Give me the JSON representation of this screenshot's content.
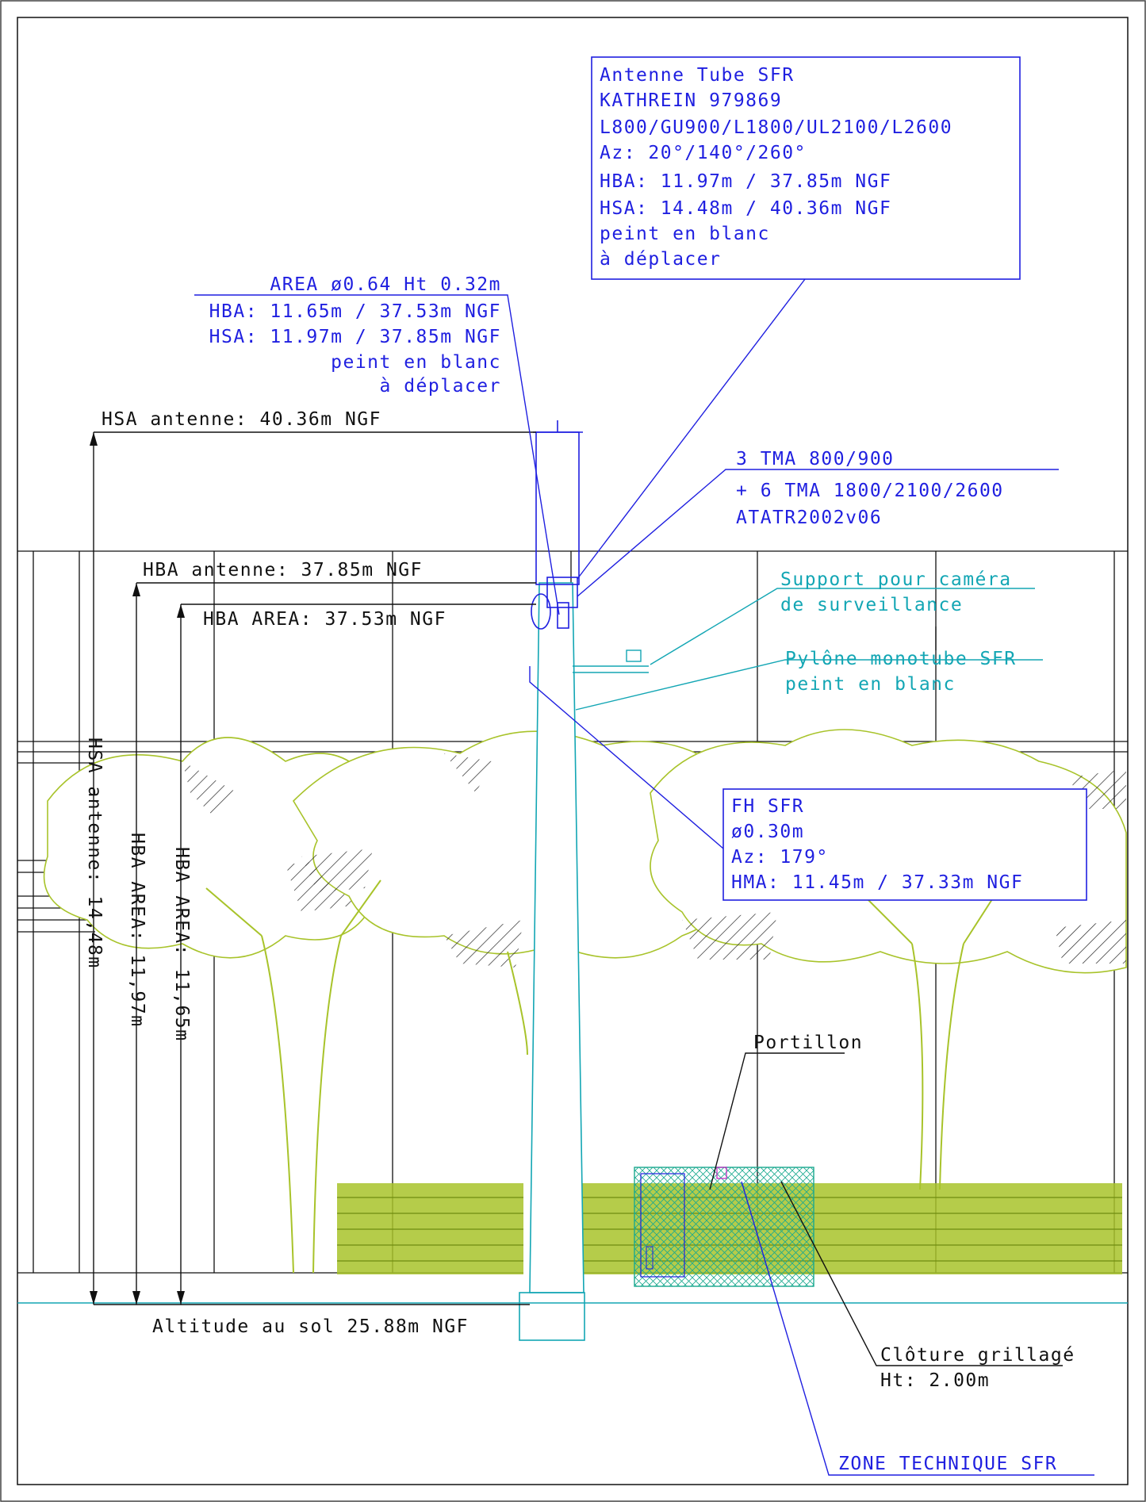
{
  "antenna_box": {
    "lines": [
      "Antenne Tube SFR",
      "KATHREIN 979869",
      "L800/GU900/L1800/UL2100/L2600",
      "Az: 20°/140°/260°",
      "HBA: 11.97m / 37.85m NGF",
      "HSA: 14.48m / 40.36m NGF",
      "peint en blanc",
      "à déplacer"
    ]
  },
  "area_label": {
    "lines": [
      "AREA ø0.64 Ht 0.32m",
      "HBA: 11.65m / 37.53m NGF",
      "HSA: 11.97m / 37.85m NGF",
      "peint en blanc",
      "à déplacer"
    ]
  },
  "tma_label": {
    "lines": [
      "3 TMA 800/900",
      "+ 6 TMA 1800/2100/2600",
      "ATATR2002v06"
    ]
  },
  "camera_label": {
    "lines": [
      "Support pour caméra",
      "de surveillance"
    ]
  },
  "pylon_label": {
    "lines": [
      "Pylône monotube SFR",
      "peint en blanc"
    ]
  },
  "fh_box": {
    "lines": [
      "FH SFR",
      "ø0.30m",
      "Az: 179°",
      "HMA: 11.45m / 37.33m NGF"
    ]
  },
  "levels": {
    "hsa_antenne": "HSA antenne: 40.36m NGF",
    "hba_antenne": "HBA antenne: 37.85m NGF",
    "hba_area": "HBA AREA: 37.53m NGF",
    "sol": "Altitude au sol 25.88m NGF"
  },
  "vertical_dims": {
    "hsa": "HSA antenne: 14,48m",
    "hba_area_1197": "HBA AREA: 11,97m",
    "hba_area_1165": "HBA AREA: 11,65m"
  },
  "portillon": "Portillon",
  "cloture": {
    "lines": [
      "Clôture grillagé",
      "Ht: 2.00m"
    ]
  },
  "zone_technique": "ZONE TECHNIQUE SFR",
  "colors": {
    "blue": "#1f1fe0",
    "cyan": "#13a6b4",
    "tree_green": "#a8c32a",
    "black": "#111111"
  }
}
